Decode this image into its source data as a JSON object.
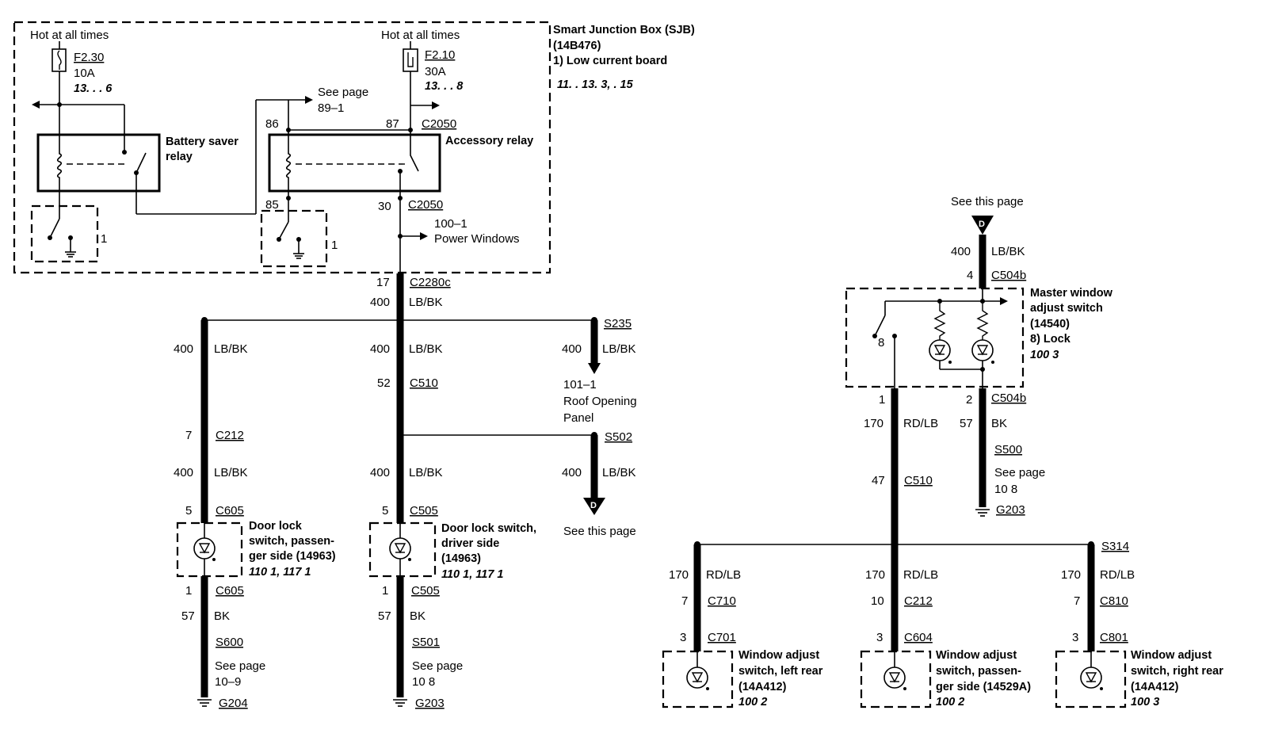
{
  "sjb": {
    "title": "Smart Junction Box (SJB)",
    "part": "(14B476)",
    "note": "1)   Low current board",
    "ref": "11.  . 13. 3,   .   15"
  },
  "fuse1": {
    "hot": "Hot at all times",
    "name": "F2.30",
    "amps": "10A",
    "ref": "13.   .   .   6"
  },
  "fuse2": {
    "hot": "Hot at all times",
    "name": "F2.10",
    "amps": "30A",
    "ref": "13.   .   .   8"
  },
  "battery_relay": {
    "label1": "Battery saver",
    "label2": "relay",
    "switch_label": "1"
  },
  "accessory_relay": {
    "label": "Accessory relay",
    "pin86": "86",
    "pin87": "87",
    "pin85": "85",
    "pin30": "30",
    "c87": "C2050",
    "c30": "C2050",
    "see_page1": "See page",
    "see_page2": "89–1",
    "pw1": "100–1",
    "pw2": "Power Windows",
    "switch_label": "1"
  },
  "main_trunk": {
    "pin": "17",
    "conn": "C2280c",
    "gauge": "400",
    "color": "LB/BK"
  },
  "passenger_branch": {
    "gauge1": "400",
    "color1": "LB/BK",
    "pin_c212": "7",
    "c212": "C212",
    "gauge2": "400",
    "color2": "LB/BK",
    "pin_c605a": "5",
    "c605a": "C605",
    "switch1": "Door lock",
    "switch2": "switch, passen-",
    "switch3": "ger side (14963)",
    "switch_ref": "110        1,  117         1",
    "pin_c605b": "1",
    "c605b": "C605",
    "gauge3": "57",
    "color3": "BK",
    "splice": "S600",
    "see1": "See page",
    "see2": "10–9",
    "ground": "G204"
  },
  "driver_branch": {
    "gauge1": "400",
    "color1": "LB/BK",
    "pin_c510": "52",
    "c510": "C510",
    "gauge2": "400",
    "color2": "LB/BK",
    "pin_c505a": "5",
    "c505a": "C505",
    "switch1": "Door lock switch,",
    "switch2": "driver side",
    "switch3": "(14963)",
    "switch_ref": "110        1,  117         1",
    "pin_c505b": "1",
    "c505b": "C505",
    "gauge3": "57",
    "color3": "BK",
    "splice": "S501",
    "see1": "See page",
    "see2": "10         8",
    "ground": "G203"
  },
  "roof_branch": {
    "splice": "S235",
    "gauge": "400",
    "color": "LB/BK",
    "ref1": "101–1",
    "ref2": "Roof Opening",
    "ref3": "Panel"
  },
  "d_branch": {
    "splice": "S502",
    "gauge": "400",
    "color": "LB/BK",
    "connector_letter": "D",
    "see": "See this page"
  },
  "master": {
    "see": "See this page",
    "connector_letter": "D",
    "gauge_in": "400",
    "color_in": "LB/BK",
    "pin4": "4",
    "c504b_top": "C504b",
    "label1": "Master window",
    "label2": "adjust switch",
    "label3": "(14540)",
    "label4": "8)    Lock",
    "label_ref": "100        3",
    "switch_label": "8",
    "pin1": "1",
    "pin2": "2",
    "c504b_bot": "C504b",
    "gauge_rd": "170",
    "color_rd": "RD/LB",
    "gauge_bk": "57",
    "color_bk": "BK",
    "splice_s500": "S500",
    "see1": "See page",
    "see2": "10         8",
    "ground": "G203",
    "pin_c510": "47",
    "c510": "C510"
  },
  "rear_bus": {
    "splice": "S314"
  },
  "left_rear": {
    "gauge": "170",
    "color": "RD/LB",
    "pin_a": "7",
    "conn_a": "C710",
    "pin_b": "3",
    "conn_b": "C701",
    "label1": "Window adjust",
    "label2": "switch, left rear",
    "label3": "(14A412)",
    "ref": "100        2"
  },
  "pass_rear": {
    "gauge": "170",
    "color": "RD/LB",
    "pin_a": "10",
    "conn_a": "C212",
    "pin_b": "3",
    "conn_b": "C604",
    "label1": "Window adjust",
    "label2": "switch, passen-",
    "label3": "ger side (14529A)",
    "ref": "100        2"
  },
  "right_rear": {
    "gauge": "170",
    "color": "RD/LB",
    "pin_a": "7",
    "conn_a": "C810",
    "pin_b": "3",
    "conn_b": "C801",
    "label1": "Window adjust",
    "label2": "switch, right rear",
    "label3": "(14A412)",
    "ref": "100        3"
  }
}
